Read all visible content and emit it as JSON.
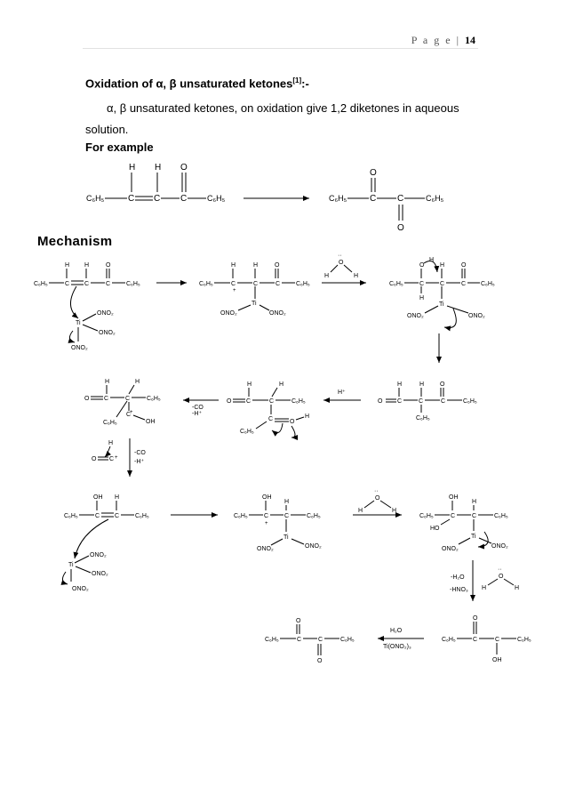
{
  "header": {
    "page_prefix": "P a g e |",
    "page_number": "14"
  },
  "heading": {
    "text": "Oxidation of α, β unsaturated ketones",
    "ref": "[1]",
    "suffix": ":-"
  },
  "body": {
    "line1": "α, β unsaturated ketones, on oxidation give 1,2 diketones in aqueous",
    "line2": "solution.",
    "example_label": "For example"
  },
  "mechanism_label": "Mechanism",
  "chem": {
    "H": "H",
    "O": "O",
    "C": "C",
    "Ti": "Ti",
    "OH": "OH",
    "HO": "HO",
    "C6H5": "C₆H₅",
    "ONO2": "ONO₂",
    "Hplus": "H⁺",
    "minusCO": "-CO",
    "minusHplus": "-H⁺",
    "minusH2O": "-H₂O",
    "minusHNO3": "-HNO₃",
    "H2O": "H₂O",
    "TiONO2_3": "Ti(ONO₂)₃",
    "plus": "+",
    "lone_pair": "··"
  }
}
